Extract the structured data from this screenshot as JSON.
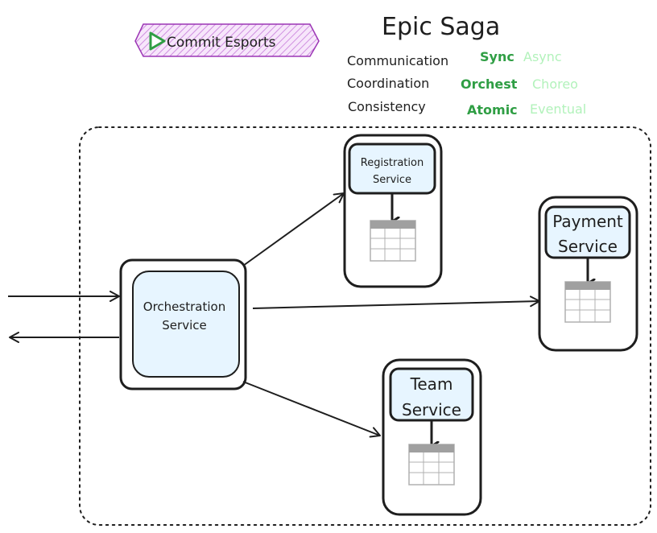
{
  "title": "Epic Saga",
  "logo": {
    "text": "Commit Esports",
    "icon": "play-triangle-icon"
  },
  "dimensions": [
    {
      "label": "Communication",
      "selected": "Sync",
      "other": "Async"
    },
    {
      "label": "Coordination",
      "selected": "Orchest",
      "other": "Choreo"
    },
    {
      "label": "Consistency",
      "selected": "Atomic",
      "other": "Eventual"
    }
  ],
  "services": {
    "orchestration": {
      "line1": "Orchestration",
      "line2": "Service"
    },
    "registration": {
      "line1": "Registration",
      "line2": "Service"
    },
    "payment": {
      "line1": "Payment",
      "line2": "Service"
    },
    "team": {
      "line1": "Team",
      "line2": "Service"
    }
  },
  "colors": {
    "selected_green": "#2f9e44",
    "faded_green": "#b2f2bb",
    "service_fill": "#e7f5ff",
    "logo_purple": "#9c36b5",
    "logo_fill": "#f3d9fa",
    "table_gray": "#c8c8c8"
  }
}
